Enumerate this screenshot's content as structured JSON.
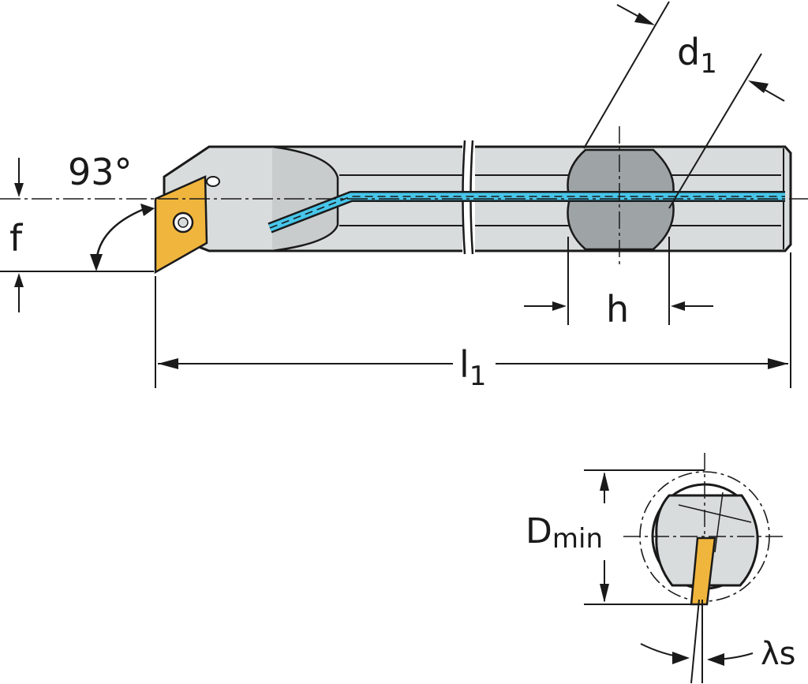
{
  "labels": {
    "angle": "93°",
    "f": "f",
    "d_main": "d",
    "d_sub": "1",
    "h": "h",
    "l_main": "l",
    "l_sub": "1",
    "dmin_main": "D",
    "dmin_sub": "min",
    "lambda": "λs"
  },
  "colors": {
    "body": "#d9dcdc",
    "body_dark": "#9ea3a6",
    "insert": "#f0b53c",
    "coolant": "#47c6ea",
    "outline": "#1a1a1a"
  }
}
